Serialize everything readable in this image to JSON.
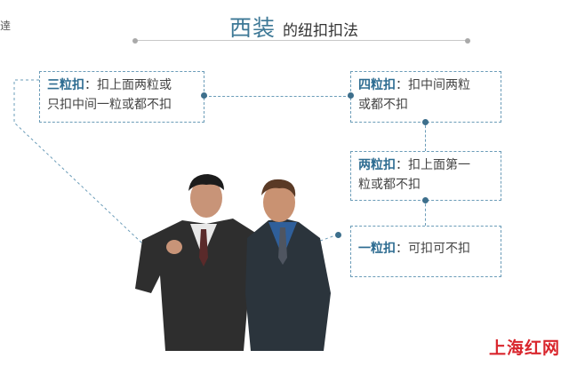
{
  "corner": "逹",
  "title": {
    "main": "西装",
    "sub": "的纽扣扣法"
  },
  "boxes": {
    "three": {
      "key": "三粒扣",
      "sep": "：",
      "line1": "扣上面两粒或",
      "line2": "只扣中间一粒或都不扣"
    },
    "four": {
      "key": "四粒扣",
      "sep": "：",
      "line1": "扣中间两粒",
      "line2": "或都不扣"
    },
    "two": {
      "key": "两粒扣",
      "sep": "：",
      "line1": "扣上面第一",
      "line2": "粒或都不扣"
    },
    "one": {
      "key": "一粒扣",
      "sep": "：",
      "text": "可扣可不扣"
    }
  },
  "watermark": "上海红网",
  "colors": {
    "accent": "#3d7896",
    "connector": "#6b9cb8",
    "watermark": "#d9262d"
  }
}
